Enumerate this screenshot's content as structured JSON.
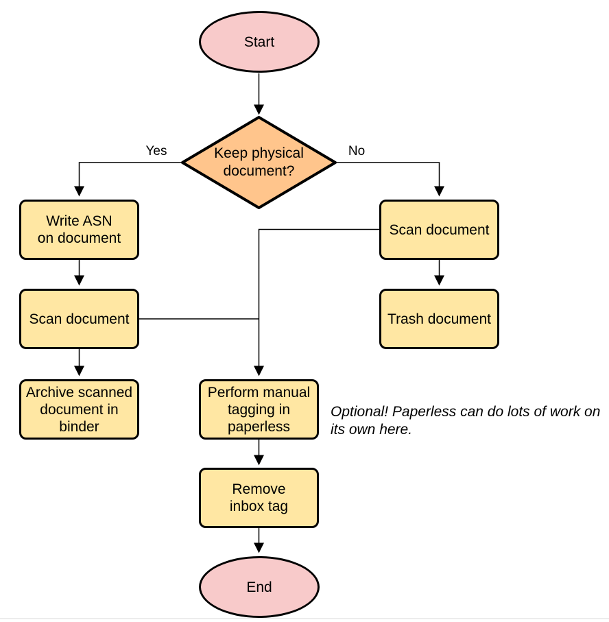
{
  "colors": {
    "terminal_fill": "#f8caca",
    "process_fill": "#ffe7a3",
    "decision_fill": "#ffc58c",
    "stroke": "#000000",
    "edge": "#000000",
    "baseline_divider": "#ececec"
  },
  "nodes": {
    "start": {
      "type": "terminal",
      "label": "Start"
    },
    "decision": {
      "type": "decision",
      "label": "Keep physical\ndocument?"
    },
    "write_asn": {
      "type": "process",
      "label": "Write ASN\non document"
    },
    "scan_left": {
      "type": "process",
      "label": "Scan document"
    },
    "archive": {
      "type": "process",
      "label": "Archive scanned\ndocument in\nbinder"
    },
    "scan_right": {
      "type": "process",
      "label": "Scan document"
    },
    "trash": {
      "type": "process",
      "label": "Trash document"
    },
    "perform_tagging": {
      "type": "process",
      "label": "Perform manual\ntagging in\npaperless"
    },
    "remove_inbox_tag": {
      "type": "process",
      "label": "Remove\ninbox tag"
    },
    "end": {
      "type": "terminal",
      "label": "End"
    }
  },
  "edge_labels": {
    "yes": "Yes",
    "no": "No"
  },
  "annotation": "Optional! Paperless can do lots of work on\nits own here."
}
